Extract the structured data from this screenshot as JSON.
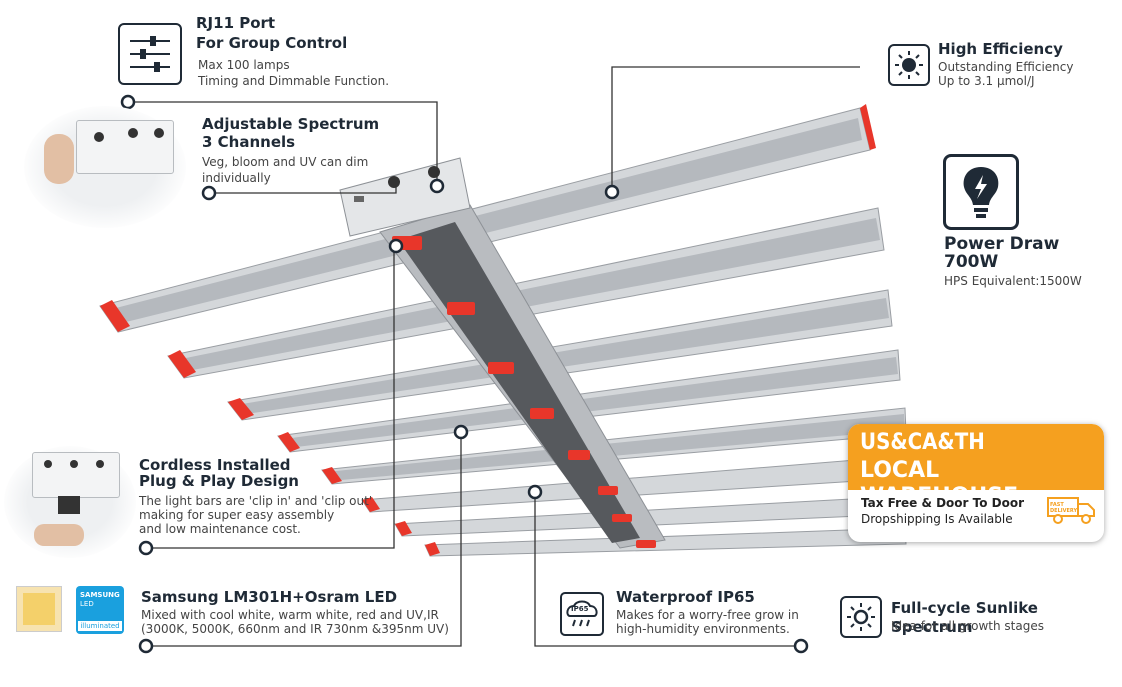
{
  "rj11": {
    "title1": "RJ11 Port",
    "title2": "For Group Control",
    "line1": "Max 100 lamps",
    "line2": "Timing and Dimmable Function."
  },
  "spectrum": {
    "title1": "Adjustable Spectrum",
    "title2": "3 Channels",
    "line1": "Veg, bloom and UV can dim",
    "line2": "individually"
  },
  "efficiency": {
    "title": "High Efficiency",
    "line1": "Outstanding Efficiency",
    "line2": "Up to 3.1 μmol/J"
  },
  "power": {
    "title": "Power Draw",
    "value": "700W",
    "line": "HPS Equivalent:1500W"
  },
  "cordless": {
    "title1": "Cordless Installed",
    "title2": "Plug & Play Design",
    "line1": "The light bars are 'clip in' and 'clip out'",
    "line2": "making for super easy assembly",
    "line3": "and low maintenance cost."
  },
  "led": {
    "title": "Samsung LM301H+Osram LED",
    "line1": "Mixed with cool white, warm white, red and UV,IR",
    "line2": "(3000K, 5000K, 660nm and IR 730nm &395nm UV)",
    "badge_brand": "SAMSUNG",
    "badge_type": "LED",
    "badge_word": "illuminated"
  },
  "waterproof": {
    "title": "Waterproof IP65",
    "line1": "Makes for a worry-free grow in",
    "line2": "high-humidity environments.",
    "icon_text": "IP65"
  },
  "sunlike": {
    "title": "Full-cycle Sunlike Spectrum",
    "line": "Idea for all growth stages"
  },
  "warehouse": {
    "line1": "US&CA&TH",
    "line2": "LOCAL WAREHOUSE",
    "tax": "Tax Free & Door To Door",
    "drop": "Dropshipping Is Available",
    "truck_text": "FAST DELIVERY"
  },
  "colors": {
    "navy": "#1f2a36",
    "orange": "#f5a01f",
    "red": "#e8362a",
    "bar": "#c9ccd0"
  }
}
